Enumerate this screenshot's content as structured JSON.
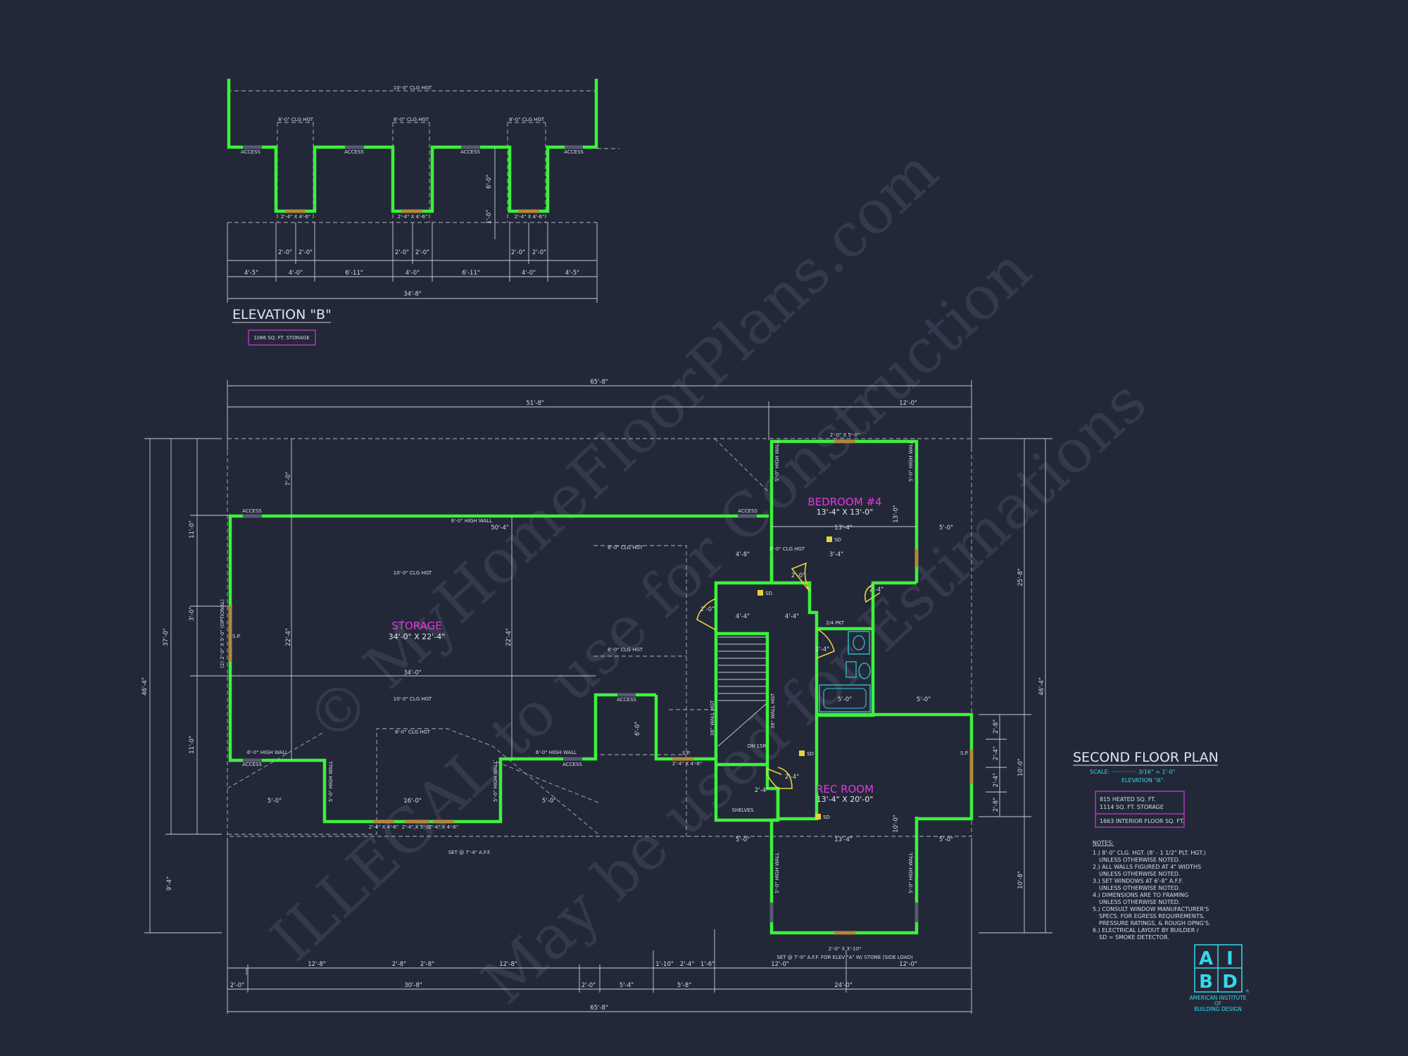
{
  "watermark": [
    "© MyHomeFloorPlans.com",
    "ILLEGAL to use for Construction",
    "May be used for Estimations"
  ],
  "elevation_b": {
    "title": "ELEVATION \"B\"",
    "storage_box": "1086 SQ. FT. STORAGE",
    "ceiling_top": "10'-0\" CLG HGT",
    "dormer_ceiling": "8'-0\" CLG HGT",
    "access": "ACCESS",
    "window": "2'-4\" X 4'-6\"",
    "overall": "34'-8\"",
    "dims_row1": [
      "2'-0\"",
      "2'-0\"",
      "2'-0\"",
      "2'-0\"",
      "2'-0\"",
      "2'-0\""
    ],
    "dims_row2": [
      "4'-5\"",
      "4'-0\"",
      "6'-11\"",
      "4'-0\"",
      "6'-11\"",
      "4'-0\"",
      "4'-5\""
    ],
    "vert_dim": "6'-0\"",
    "small_dim": "1'-0\""
  },
  "plan": {
    "title": "SECOND FLOOR PLAN",
    "scale": "SCALE: ·············· 3/16\" = 1'-0\"",
    "elevation": "ELEVATION \"A\"",
    "stats": [
      "815 HEATED SQ. FT.",
      "1114 SQ. FT. STORAGE",
      "1663 INTERIOR FLOOR SQ. FT."
    ],
    "rooms": {
      "storage": {
        "name": "STORAGE",
        "size": "34'-0\" X 22'-4\""
      },
      "bedroom": {
        "name": "BEDROOM #4",
        "size": "13'-4\" X 13'-0\""
      },
      "rec": {
        "name": "REC ROOM",
        "size": "13'-4\" X 20'-0\""
      }
    },
    "labels": {
      "access": "ACCESS",
      "high_wall_6": "6'-0\" HIGH WALL",
      "high_wall_5": "5'-0\" HIGH WALL",
      "high_wall_36": "36\" WALL HGT",
      "clg_10": "10'-0\" CLG HGT",
      "clg_8": "8'-0\" CLG HGT",
      "sd": "SD",
      "sp": "S.P.",
      "shelves": "SHELVES",
      "dn": "DN 15R",
      "pkt": "2/4 PKT",
      "set_note": "SET @ 7'-4\" A.F.F.",
      "win_2450": "2'-4\" X 5'-0\"",
      "win_2446": "2'-4\" X 4'-6\"",
      "win_2050": "2'-0\" X 5'-0\"",
      "win_side": "(2) 2'-0\" X 5'-0\" (OPTIONAL)",
      "win_front": "2'-0\" X 3'-10\"",
      "win_front_note": "SET @ 7'-0\" A.F.F. FOR ELEV \"A\" W/ STONE (SIDE LOAD)",
      "door_20": "2'-0\"",
      "door_24": "2'-4\""
    },
    "dims": {
      "top_overall": "65'-8\"",
      "top_left": "51'-8\"",
      "top_right": "12'-0\"",
      "bottom_overall": "65'-8\"",
      "bottom_row": [
        "2'-0\"",
        "30'-8\"",
        "2'-0\"",
        "5'-4\"",
        "5'-8\"",
        "24'-0\""
      ],
      "bottom_row2": [
        "12'-8\"",
        "2'-8\"",
        "2'-8\"",
        "12'-8\"",
        "1'-10\"",
        "2'-4\"",
        "1'-6\"",
        "12'-0\"",
        "12'-0\""
      ],
      "left_overall": "46'-4\"",
      "left_a": "37'-0\"",
      "left_b": "11'-0\"",
      "left_c": "3'-0\"",
      "left_d": "11'-0\"",
      "left_e": "9'-4\"",
      "right_overall": "46'-4\"",
      "right_a": "25'-8\"",
      "right_b": "10'-0\"",
      "right_c": "10'-8\"",
      "right_small": [
        "2'-8\"",
        "2'-4\"",
        "2'-4\"",
        "2'-8\""
      ],
      "storage_w": "50'-4\"",
      "storage_inner": "34'-0\"",
      "storage_h": "22'-4\"",
      "seven": "7'-0\"",
      "five": "5'-0\"",
      "thirteen4": "13'-4\"",
      "sixteen": "16'-0\"",
      "four4": "4'-4\"",
      "four8": "4'-8\"",
      "three4": "3'-4\"",
      "ten": "10'-0\"",
      "thirteen": "13'-0\"",
      "six": "6'-0\""
    },
    "notes_title": "NOTES:",
    "notes": [
      "1.) 8'-0\" CLG. HGT. (8' - 1 1/2\" PLT. HGT.)",
      "UNLESS OTHERWISE NOTED.",
      "2.) ALL WALLS FIGURED AT 4\" WIDTHS",
      "UNLESS OTHERWISE NOTED.",
      "3.) SET WINDOWS AT 6'-8\" A.F.F.",
      "UNLESS OTHERWISE NOTED.",
      "4.) DIMENSIONS ARE TO FRAMING",
      "UNLESS OTHERWISE NOTED.",
      "5.) CONSULT WINDOW MANUFACTURER'S",
      "SPECS. FOR EGRESS REQUIREMENTS,",
      "PRESSURE RATINGS, & ROUGH OPNG'S.",
      "6.) ELECTRICAL LAYOUT BY BUILDER /",
      "SD = SMOKE DETECTOR."
    ]
  },
  "logo": {
    "letters": [
      "A",
      "I",
      "B",
      "D"
    ],
    "line1": "AMERICAN INSTITUTE",
    "line2": "OF",
    "line3": "BUILDING DESIGN",
    "mark": "R"
  }
}
